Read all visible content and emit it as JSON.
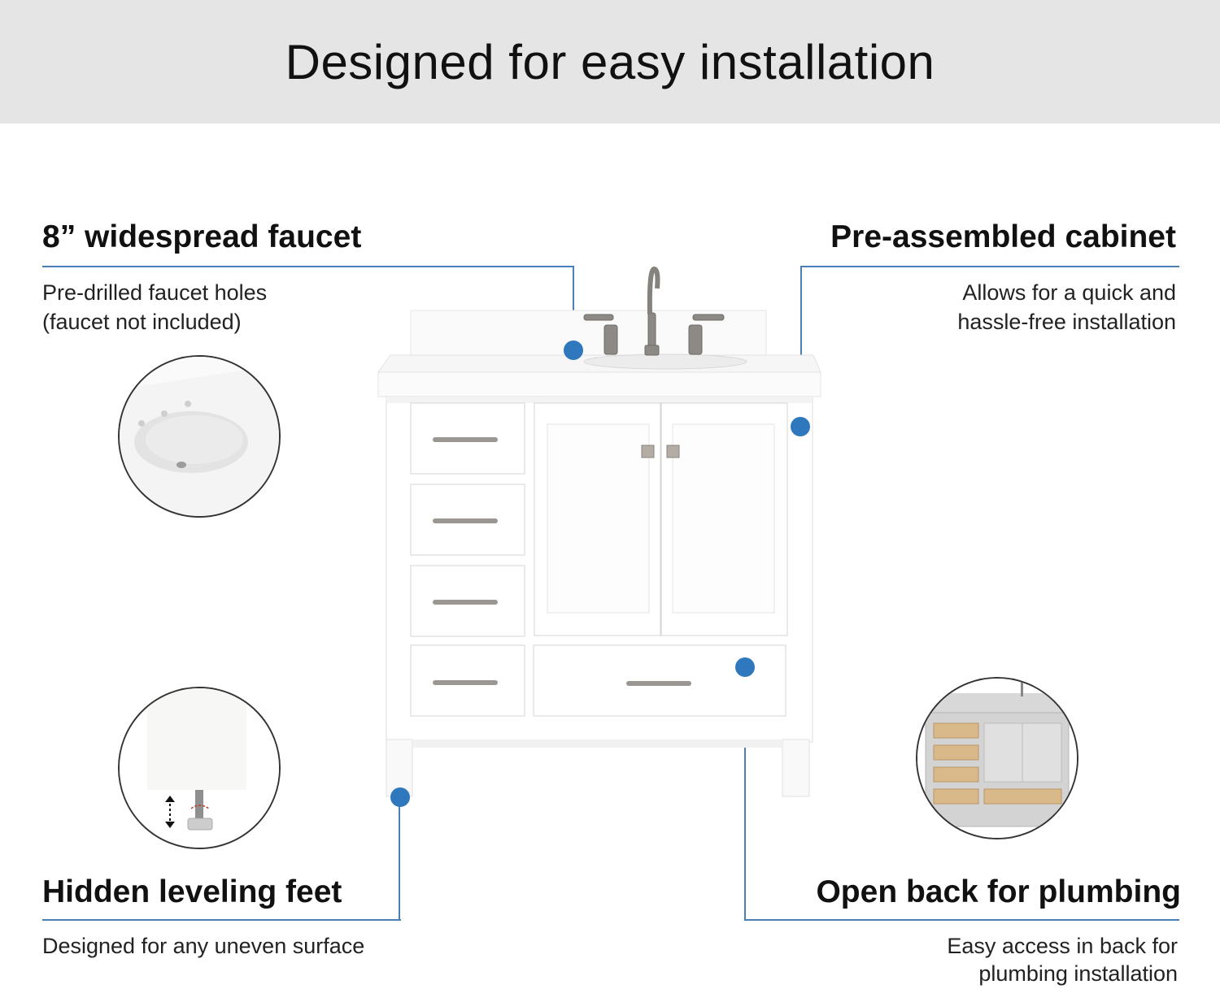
{
  "title": "Designed for easy installation",
  "features": {
    "faucet": {
      "heading": "8” widespread faucet",
      "desc_line1": "Pre-drilled faucet holes",
      "desc_line2": "(faucet not included)"
    },
    "cabinet": {
      "heading": "Pre-assembled cabinet",
      "desc_line1": "Allows for  a quick and",
      "desc_line2": "hassle-free installation"
    },
    "feet": {
      "heading": "Hidden leveling feet",
      "desc_line1": "Designed for any uneven surface"
    },
    "plumbing": {
      "heading": "Open back for plumbing",
      "desc_line1": "Easy access in back for",
      "desc_line2": "plumbing installation"
    }
  },
  "colors": {
    "accent": "#2f78bd",
    "banner": "#e5e5e5"
  }
}
